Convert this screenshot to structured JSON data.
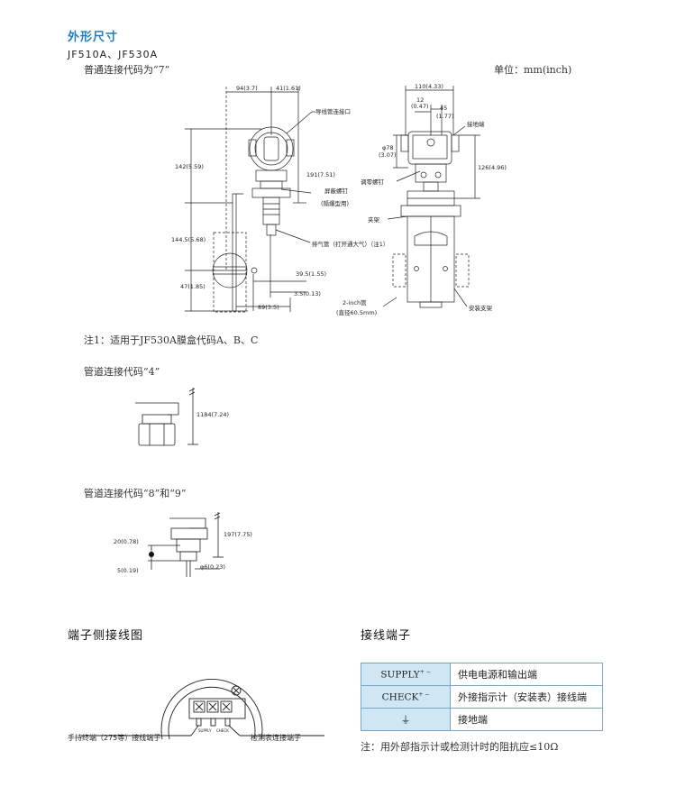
{
  "header": {
    "title": "外形尺寸",
    "models": "JF510A、JF530A"
  },
  "section1": {
    "caption": "普通连接代码为“7”",
    "unit": "单位：mm(inch)"
  },
  "dims_main": {
    "d94": "94(3.7)",
    "d41": "41(1.61)",
    "d142": "142(5.59)",
    "d191": "191(7.51)",
    "d144": "144.5(5.68)",
    "d47": "47(1.85)",
    "d39": "39.5(1.55)",
    "d3_5": "3.5(0.13)",
    "d89": "89(3.5)",
    "d110": "110(4.33)",
    "d12a": "12",
    "d12b": "(0.47)",
    "d45a": "45",
    "d45b": "(1.77)",
    "d78a": "φ78",
    "d78b": "(3.07)",
    "d126": "126(4.96)"
  },
  "labels_main": {
    "conduit": "导线管连接口",
    "screw": "屏蔽螺钉",
    "screw_note": "(隔爆型用)",
    "vent": "排气管（打开通大气）（注1）",
    "ground": "接地端",
    "zero": "调零螺钉",
    "clamp": "夹架",
    "pipe": "2-inch管",
    "pipe_dia": "(直径60.5mm)",
    "bracket": "安装支架"
  },
  "note1": "注1：适用于JF530A膜盒代码A、B、C",
  "section2": {
    "caption": "管道连接代码“4”",
    "dim": "1184(7.24)"
  },
  "section3": {
    "caption": "管道连接代码“8”和“9”",
    "d197": "197(7.75)",
    "d20": "20(0.78)",
    "d5": "5(0.19)",
    "d6": "φ6(0.23)"
  },
  "terminal_side": {
    "title": "端子侧接线图",
    "left_label": "手持终端（275等）接线端子",
    "right_label": "检测表连接端子",
    "supply_txt": "SUPPLY",
    "check_txt": "CHECK"
  },
  "wiring": {
    "title": "接线端子",
    "rows": [
      {
        "key": "SUPPLY",
        "sup": "+ −",
        "value": "供电电源和输出端"
      },
      {
        "key": "CHECK",
        "sup": "+ −",
        "value": "外接指示计（安装表）接线端"
      },
      {
        "key": "⏚",
        "sup": "",
        "value": "接地端"
      }
    ],
    "note": "注：用外部指示计或检测计时的阻抗应≤10Ω"
  }
}
